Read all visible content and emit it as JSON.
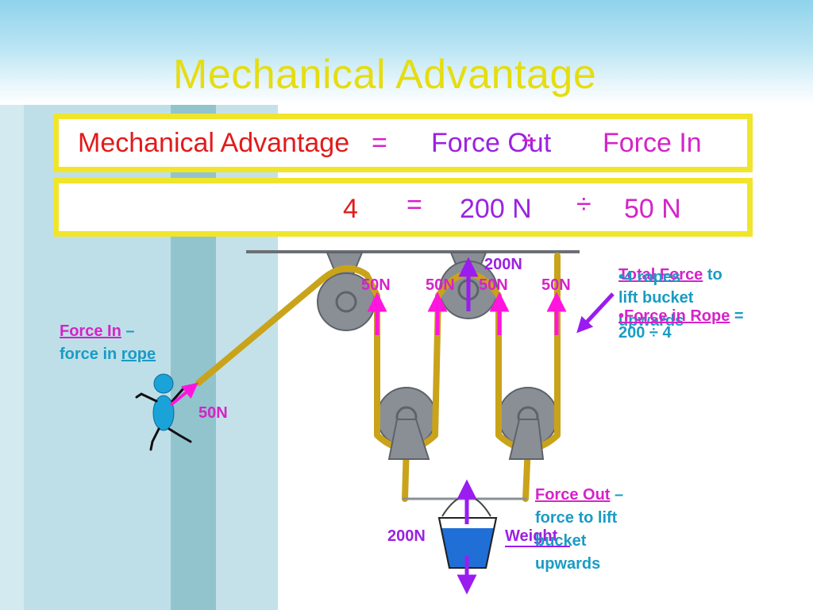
{
  "title": "Mechanical Advantage",
  "formula": {
    "lhs": "Mechanical Advantage",
    "eq": "=",
    "force_out": "Force Out",
    "div": "÷",
    "force_in": "Force In"
  },
  "values": {
    "ma": "4",
    "eq": "=",
    "force_out": "200 N",
    "div": "÷",
    "force_in": "50 N"
  },
  "diagram": {
    "rope_force_labels": [
      "50N",
      "50N",
      "50N",
      "50N"
    ],
    "top_force": "200N",
    "person_force": "50N",
    "weight_force": "200N",
    "weight_label": "Weight",
    "force_in_label": {
      "term": "Force In",
      "dash": " –",
      "line2_prefix": "force in ",
      "line2_link": "rope"
    },
    "force_out_label": {
      "term": "Force Out",
      "dash": " –",
      "line2": "force to lift",
      "line3": "bucket",
      "line4": "upwards"
    },
    "total_force_label": {
      "term": "Total Force",
      "suffix": " to",
      "line2": "lift bucket",
      "line3": "upwards"
    },
    "rope_count_label": {
      "line1": "•4 ropes",
      "line2_term": "•Force in Rope",
      "line2_suffix": " =",
      "line3": "200 ÷ 4"
    }
  },
  "colors": {
    "title": "#e5dd10",
    "box_border": "#f0e52b",
    "red": "#e21b1b",
    "purple": "#9b22e0",
    "magenta": "#d623c8",
    "teal": "#1a9bc4",
    "rope": "#c9a31a",
    "pulley": "#8a8f96",
    "arrow_magenta": "#ff15dd",
    "arrow_purple": "#9a1cf0",
    "water": "#1f6fd6"
  }
}
